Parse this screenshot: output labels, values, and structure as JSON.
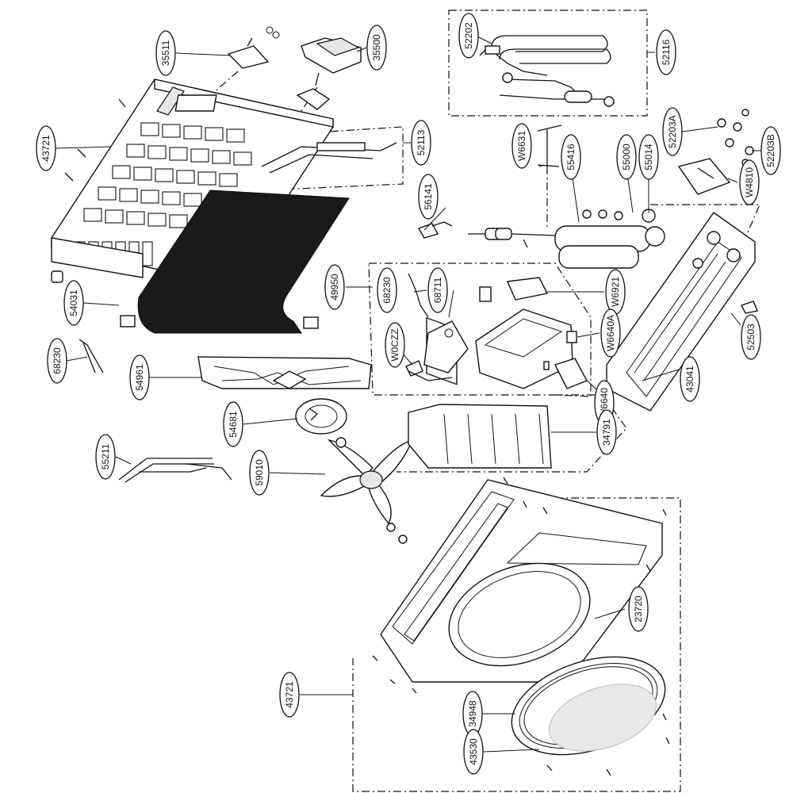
{
  "labels": [
    {
      "id": "35511",
      "text": "35511"
    },
    {
      "id": "35500",
      "text": "35500"
    },
    {
      "id": "52202",
      "text": "52202"
    },
    {
      "id": "52116",
      "text": "52116"
    },
    {
      "id": "43721a",
      "text": "43721"
    },
    {
      "id": "52113",
      "text": "52113"
    },
    {
      "id": "W6631",
      "text": "W6631"
    },
    {
      "id": "55416",
      "text": "55416"
    },
    {
      "id": "55000",
      "text": "55000"
    },
    {
      "id": "55014",
      "text": "55014"
    },
    {
      "id": "52203A",
      "text": "52203A"
    },
    {
      "id": "52203B",
      "text": "52203B"
    },
    {
      "id": "W4810",
      "text": "W4810"
    },
    {
      "id": "56141",
      "text": "56141"
    },
    {
      "id": "54031",
      "text": "54031"
    },
    {
      "id": "49950",
      "text": "49950"
    },
    {
      "id": "68230",
      "text": "68230"
    },
    {
      "id": "68711",
      "text": "68711"
    },
    {
      "id": "W6921",
      "text": "W6921"
    },
    {
      "id": "W6640A",
      "text": "W6640A"
    },
    {
      "id": "W0CZZ",
      "text": "W0CZZ"
    },
    {
      "id": "52503",
      "text": "52503"
    },
    {
      "id": "68230b",
      "text": "68230"
    },
    {
      "id": "54961",
      "text": "54961"
    },
    {
      "id": "43041",
      "text": "43041"
    },
    {
      "id": "W6640",
      "text": "W6640"
    },
    {
      "id": "54681",
      "text": "54681"
    },
    {
      "id": "34791",
      "text": "34791"
    },
    {
      "id": "55211",
      "text": "55211"
    },
    {
      "id": "59010",
      "text": "59010"
    },
    {
      "id": "23720",
      "text": "23720"
    },
    {
      "id": "43721b",
      "text": "43721"
    },
    {
      "id": "34948",
      "text": "34948"
    },
    {
      "id": "43530",
      "text": "43530"
    }
  ]
}
